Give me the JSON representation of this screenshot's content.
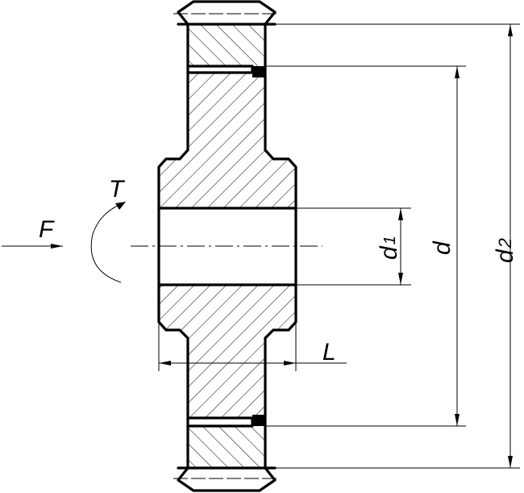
{
  "labels": {
    "force": "F",
    "torque": "T",
    "hub_length": "L",
    "bore_diameter": {
      "main": "d",
      "sub": "1"
    },
    "pitch_diameter": "d",
    "tip_diameter": {
      "main": "d",
      "sub": "2"
    }
  }
}
